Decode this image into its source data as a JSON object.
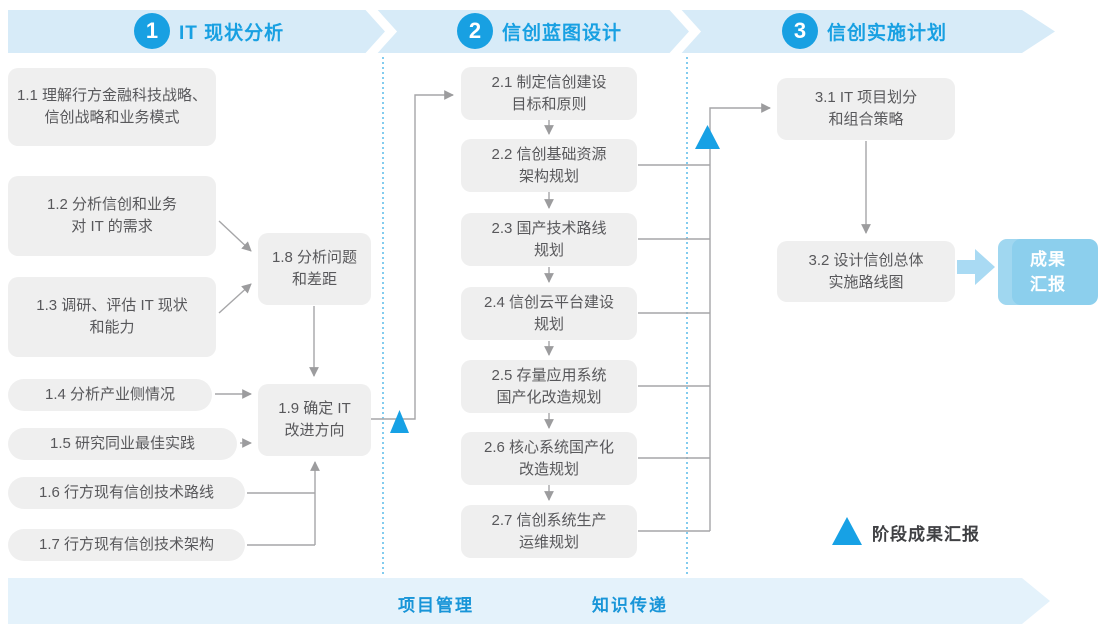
{
  "colors": {
    "accent_blue": "#18a0e2",
    "band_top": "#d7ebf8",
    "band_footer": "#e4f2fb",
    "box_gray": "#efefef",
    "box_text": "#58585b",
    "line_gray": "#a6a6a8",
    "result_fill": "#8ccfed",
    "triangle_blue": "#17a1e5",
    "dotted_separator": "#3fb0e6"
  },
  "phases": [
    {
      "number": "1",
      "title": "IT 现状分析"
    },
    {
      "number": "2",
      "title": "信创蓝图设计"
    },
    {
      "number": "3",
      "title": "信创实施计划"
    }
  ],
  "boxes": {
    "s11": {
      "text": "1.1 理解行方金融科技战略、\n信创战略和业务模式"
    },
    "s12": {
      "text": "1.2 分析信创和业务\n对 IT 的需求"
    },
    "s13": {
      "text": "1.3 调研、评估 IT 现状\n和能力"
    },
    "s14": {
      "text": "1.4 分析产业侧情况"
    },
    "s15": {
      "text": "1.5 研究同业最佳实践"
    },
    "s16": {
      "text": "1.6 行方现有信创技术路线"
    },
    "s17": {
      "text": "1.7 行方现有信创技术架构"
    },
    "s18": {
      "text": "1.8 分析问题\n和差距"
    },
    "s19": {
      "text": "1.9 确定 IT\n改进方向"
    },
    "s21": {
      "text": "2.1 制定信创建设\n目标和原则"
    },
    "s22": {
      "text": "2.2 信创基础资源\n架构规划"
    },
    "s23": {
      "text": "2.3 国产技术路线\n规划"
    },
    "s24": {
      "text": "2.4 信创云平台建设\n规划"
    },
    "s25": {
      "text": "2.5 存量应用系统\n国产化改造规划"
    },
    "s26": {
      "text": "2.6 核心系统国产化\n改造规划"
    },
    "s27": {
      "text": "2.7 信创系统生产\n运维规划"
    },
    "s31": {
      "text": "3.1 IT 项目划分\n和组合策略"
    },
    "s32": {
      "text": "3.2 设计信创总体\n实施路线图"
    }
  },
  "result_box": {
    "label": "成果\n汇报"
  },
  "legend": {
    "label": "阶段成果汇报"
  },
  "footer": {
    "items": [
      "项目管理",
      "知识传递"
    ]
  }
}
